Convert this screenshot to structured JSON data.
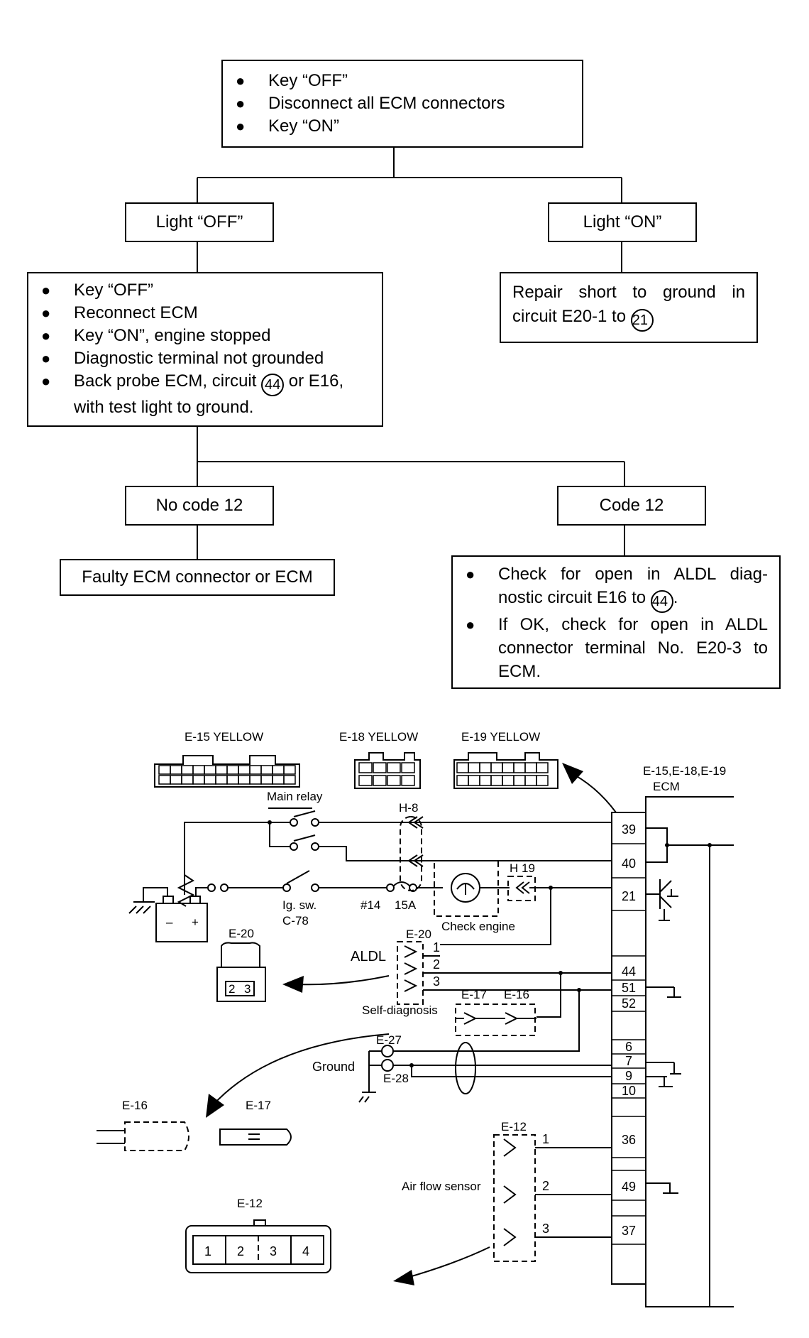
{
  "flowchart": {
    "start": {
      "items": [
        "Key “OFF”",
        "Disconnect all ECM connectors",
        "Key “ON”"
      ]
    },
    "light_off": {
      "label": "Light “OFF”"
    },
    "light_on": {
      "label": "Light “ON”"
    },
    "repair": {
      "text": "Repair short to ground in circuit E20-1 to",
      "circuit": "21"
    },
    "reconnect": {
      "items": [
        "Key “OFF”",
        "Reconnect ECM",
        "Key “ON”, engine stopped",
        "Diagnostic terminal not grounded"
      ],
      "probe_pre": "Back probe ECM, circuit",
      "probe_circuit": "44",
      "probe_post": "or E16, with test light to ground."
    },
    "no_code": {
      "label": "No code 12"
    },
    "code": {
      "label": "Code 12"
    },
    "faulty": {
      "text": "Faulty ECM connector or ECM"
    },
    "check": {
      "item1_pre": "Check for open in ALDL diag- nostic circuit E16 to",
      "item1_circuit": "44",
      "item1_post": ".",
      "item2": "If OK, check for open in ALDL connector terminal No. E20-3 to ECM."
    }
  },
  "wiring": {
    "connector_labels": [
      "E-15 YELLOW",
      "E-18 YELLOW",
      "E-19 YELLOW"
    ],
    "ecm_label": [
      "E-15,E-18,E-19",
      "ECM"
    ],
    "main_relay": "Main relay",
    "h8": "H-8",
    "h19": "H 19",
    "ig_sw": [
      "Ig. sw.",
      "C-78"
    ],
    "fuse": [
      "#14",
      "15A"
    ],
    "check_engine": "Check engine",
    "e20": "E-20",
    "e20_connector": "E-20",
    "aldl": "ALDL",
    "aldl_pins": [
      "1",
      "2",
      "3"
    ],
    "self_diagnosis": "Self-diagnosis",
    "e17": "E-17",
    "e16": "E-16",
    "e27": "E-27",
    "ground": "Ground",
    "e28": "E-28",
    "e16_part": "E-16",
    "e17_part": "E-17",
    "e12": "E-12",
    "air_flow_sensor": "Air flow sensor",
    "sensor_pins": [
      "1",
      "2",
      "3"
    ],
    "e12_part": "E-12",
    "e12_pins": [
      "1",
      "2",
      "3",
      "4"
    ],
    "e20_part_pins": [
      "2",
      "3"
    ],
    "ecm_pins": [
      "39",
      "40",
      "21",
      "44",
      "51",
      "52",
      "6",
      "7",
      "9",
      "10",
      "36",
      "49",
      "37"
    ]
  }
}
